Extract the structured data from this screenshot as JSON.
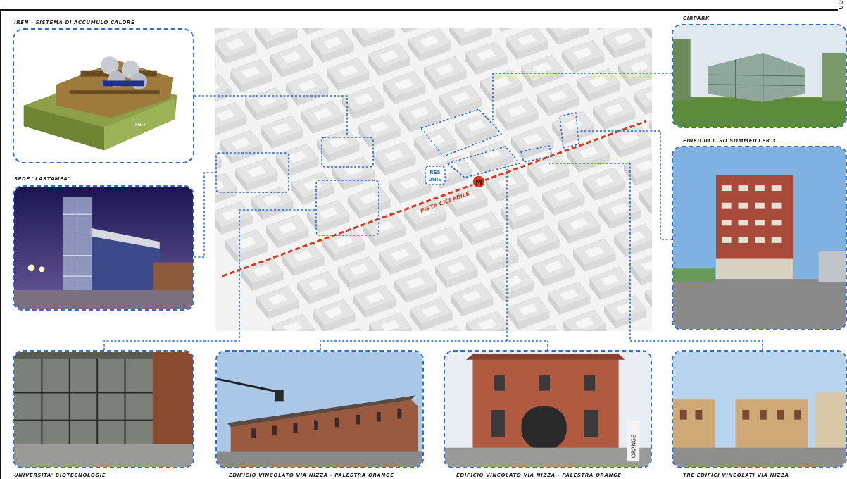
{
  "corner_mark": "qn",
  "labels": {
    "iren": "IREN - SISTEMA DI ACCUMULO CALORE",
    "cirpark": "CIRPARK",
    "lastampa": "SEDE \"LASTAMPA\"",
    "sommeiller": "EDIFICIO C.SO SOMMEILLER 3",
    "biotecnologie": "UNIVERSITA' BIOTECNOLOGIE",
    "nizza_orange_1": "EDIFICIO VINCOLATO VIA NIZZA - PALESTRA ORANGE",
    "nizza_orange_2": "EDIFICIO VINCOLATO VIA NIZZA - PALESTRA ORANGE",
    "tre_edifici": "TRE EDIFICI VINCOLATI VIA NIZZA"
  },
  "map": {
    "bike_path_label": "PISTA CICLABILE",
    "metro_marker": "M",
    "res_univ_line1": "RES",
    "res_univ_line2": "UNIV",
    "iren_sign": "iren",
    "orange_sign": "ORANGE"
  },
  "colors": {
    "connector": "#2f6fd0",
    "bike_path": "#d63a1e",
    "metro": "#d63a1e"
  }
}
